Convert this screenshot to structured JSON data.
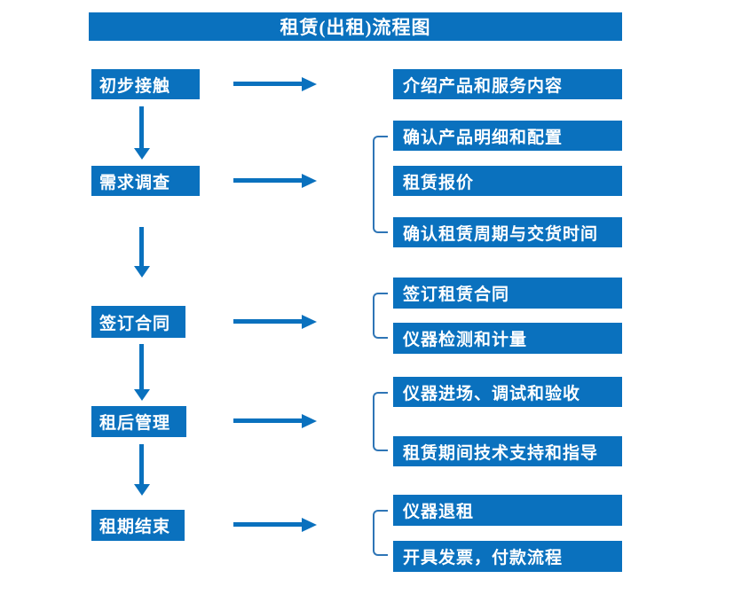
{
  "title": "租赁(出租)流程图",
  "colors": {
    "box_fill": "#0a71be",
    "box_text": "#ffffff",
    "bracket_line": "#2e75b6",
    "background": "#ffffff"
  },
  "stages": [
    {
      "step": "初步接触",
      "details": [
        "介绍产品和服务内容"
      ]
    },
    {
      "step": "需求调查",
      "details": [
        "确认产品明细和配置",
        "租赁报价",
        "确认租赁周期与交货时间"
      ]
    },
    {
      "step": "签订合同",
      "details": [
        "签订租赁合同",
        "仪器检测和计量"
      ]
    },
    {
      "step": "租后管理",
      "details": [
        "仪器进场、调试和验收",
        "租赁期间技术支持和指导"
      ]
    },
    {
      "step": "租期结束",
      "details": [
        "仪器退租",
        "开具发票，付款流程"
      ]
    }
  ]
}
